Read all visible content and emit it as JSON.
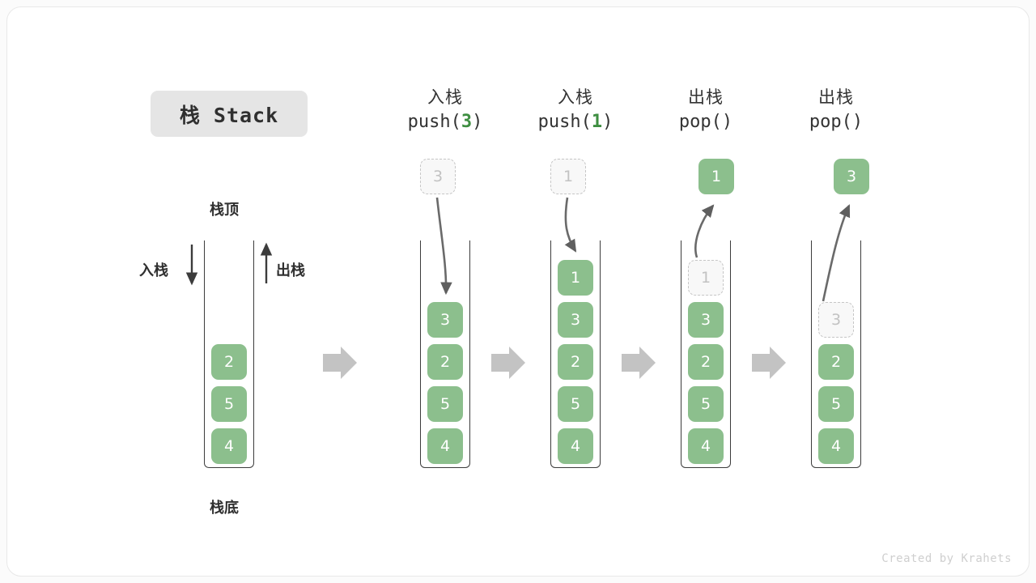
{
  "title_badge": "栈 Stack",
  "labels": {
    "top": "栈顶",
    "bottom": "栈底",
    "push_side": "入栈",
    "pop_side": "出栈"
  },
  "colors": {
    "element_green": "#8cbf8d",
    "accent_green": "#3e8e41",
    "ghost_gray": "#c2c2c2",
    "arrow_gray": "#5f5f5f",
    "flow_arrow_gray": "#c0c0c0",
    "badge_gray": "#e5e5e5"
  },
  "initial_stack": {
    "items": [
      "2",
      "5",
      "4"
    ]
  },
  "steps": [
    {
      "op_cn": "入栈",
      "op_code_prefix": "push(",
      "op_code_arg": "3",
      "op_code_suffix": ")",
      "floating_box": {
        "value": "3",
        "style": "ghost"
      },
      "stack_items": [
        {
          "value": "3",
          "style": "full"
        },
        {
          "value": "2",
          "style": "full"
        },
        {
          "value": "5",
          "style": "full"
        },
        {
          "value": "4",
          "style": "full"
        }
      ]
    },
    {
      "op_cn": "入栈",
      "op_code_prefix": "push(",
      "op_code_arg": "1",
      "op_code_suffix": ")",
      "floating_box": {
        "value": "1",
        "style": "ghost"
      },
      "stack_items": [
        {
          "value": "1",
          "style": "full"
        },
        {
          "value": "3",
          "style": "full"
        },
        {
          "value": "2",
          "style": "full"
        },
        {
          "value": "5",
          "style": "full"
        },
        {
          "value": "4",
          "style": "full"
        }
      ]
    },
    {
      "op_cn": "出栈",
      "op_code_prefix": "pop(",
      "op_code_arg": "",
      "op_code_suffix": ")",
      "floating_box": {
        "value": "1",
        "style": "full"
      },
      "stack_items": [
        {
          "value": "1",
          "style": "ghost"
        },
        {
          "value": "3",
          "style": "full"
        },
        {
          "value": "2",
          "style": "full"
        },
        {
          "value": "5",
          "style": "full"
        },
        {
          "value": "4",
          "style": "full"
        }
      ]
    },
    {
      "op_cn": "出栈",
      "op_code_prefix": "pop(",
      "op_code_arg": "",
      "op_code_suffix": ")",
      "floating_box": {
        "value": "3",
        "style": "full"
      },
      "stack_items": [
        {
          "value": "3",
          "style": "ghost"
        },
        {
          "value": "2",
          "style": "full"
        },
        {
          "value": "5",
          "style": "full"
        },
        {
          "value": "4",
          "style": "full"
        }
      ]
    }
  ],
  "credit": "Created by Krahets"
}
